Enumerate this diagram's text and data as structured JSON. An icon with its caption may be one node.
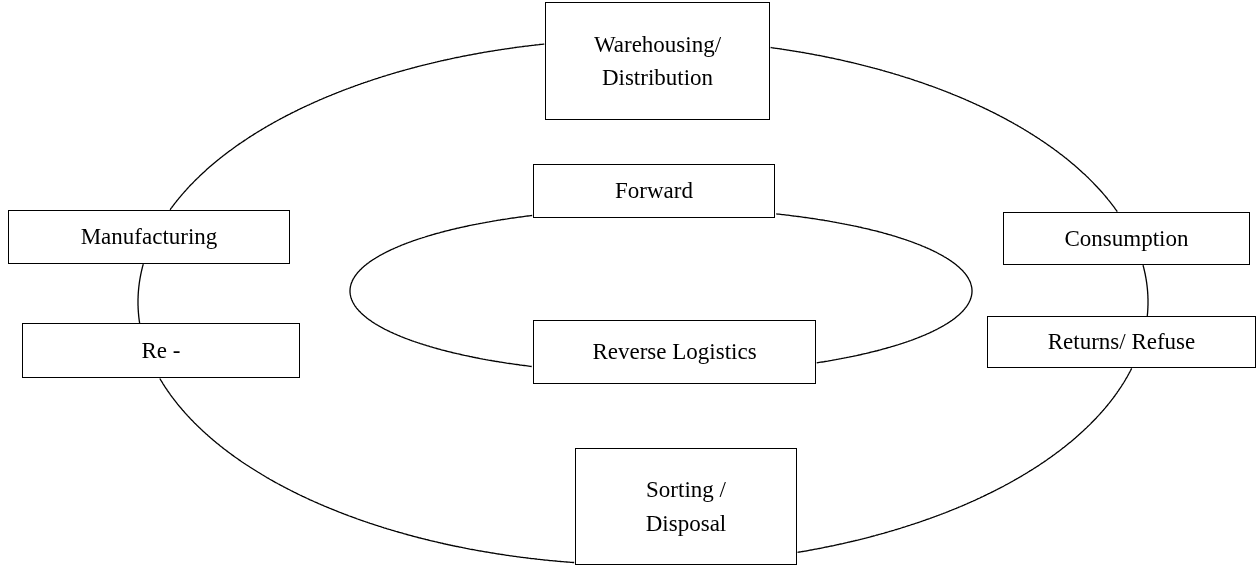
{
  "diagram": {
    "nodes": [
      {
        "text": [
          "Warehousing/ Distribution"
        ]
      },
      {
        "text": [
          "Forward"
        ]
      },
      {
        "text": [
          "Manufacturing"
        ]
      },
      {
        "text": [
          "Consumption"
        ]
      },
      {
        "text": [
          "Re -"
        ]
      },
      {
        "text": [
          "Reverse Logistics"
        ]
      },
      {
        "text": [
          "Returns/ Refuse"
        ]
      },
      {
        "text": [
          "Sorting / Disposal"
        ]
      }
    ],
    "edges": [
      {
        "from": 2,
        "to": 0,
        "arrow": "none"
      },
      {
        "from": 0,
        "to": 3,
        "arrow": "none"
      },
      {
        "from": 3,
        "to": 6,
        "arrow": "none"
      },
      {
        "from": 6,
        "to": 7,
        "arrow": "none"
      },
      {
        "from": 7,
        "to": 4,
        "arrow": "none"
      },
      {
        "from": 4,
        "to": 2,
        "arrow": "none"
      },
      {
        "from": 1,
        "to": 5,
        "arrow": "none"
      },
      {
        "from": 5,
        "to": 1,
        "arrow": "none"
      }
    ]
  }
}
